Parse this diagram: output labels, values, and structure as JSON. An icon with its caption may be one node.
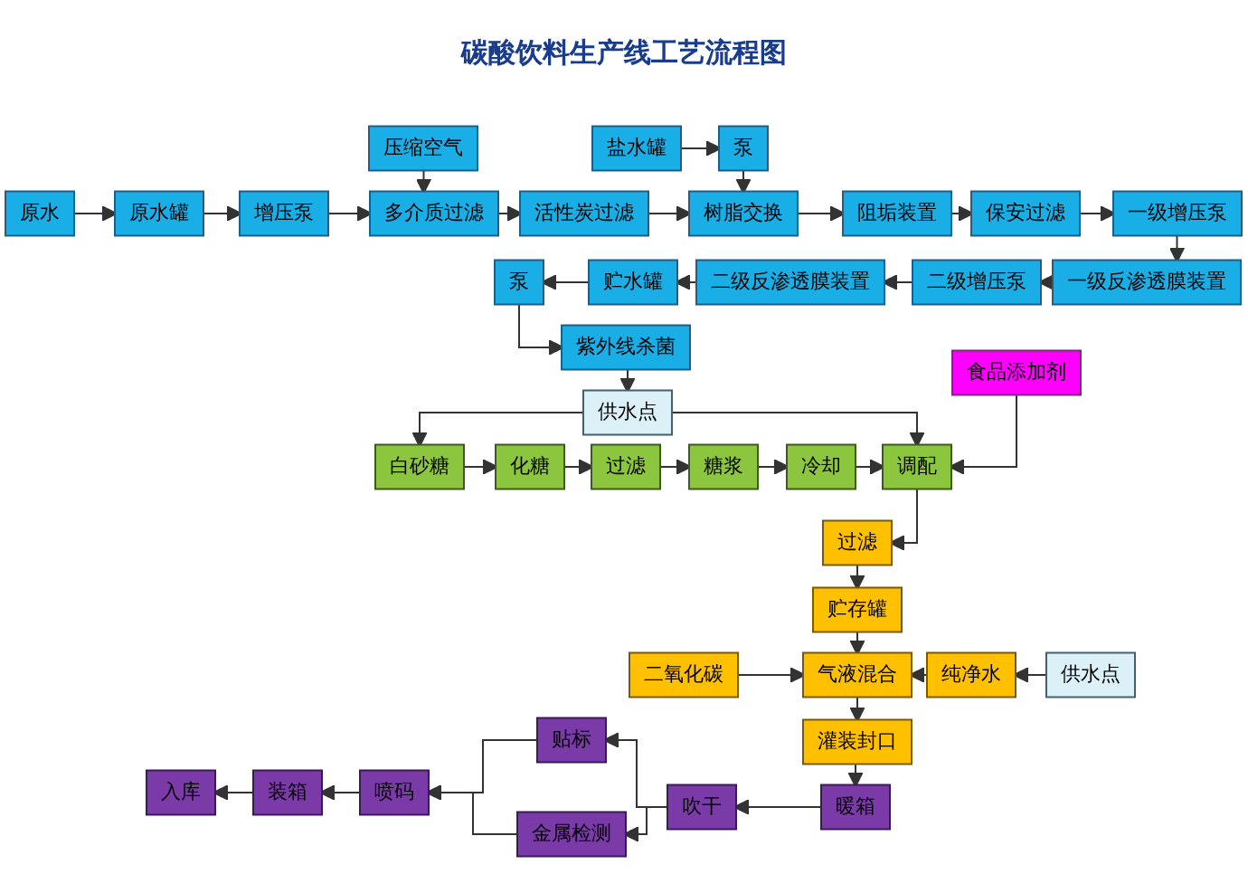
{
  "diagram": {
    "title": "碳酸饮料生产线工艺流程图",
    "nodes": [
      {
        "text": [
          "原水"
        ]
      },
      {
        "text": [
          "原水罐"
        ]
      },
      {
        "text": [
          "增压泵"
        ]
      },
      {
        "text": [
          "多介质过滤"
        ]
      },
      {
        "text": [
          "压缩空气"
        ]
      },
      {
        "text": [
          "活性炭过滤"
        ]
      },
      {
        "text": [
          "盐水罐"
        ]
      },
      {
        "text": [
          "泵"
        ]
      },
      {
        "text": [
          "树脂交换"
        ]
      },
      {
        "text": [
          "阻垢装置"
        ]
      },
      {
        "text": [
          "保安过滤"
        ]
      },
      {
        "text": [
          "一级增压泵"
        ]
      },
      {
        "text": [
          "一级反渗透膜装置"
        ]
      },
      {
        "text": [
          "二级增压泵"
        ]
      },
      {
        "text": [
          "二级反渗透膜装置"
        ]
      },
      {
        "text": [
          "贮水罐"
        ]
      },
      {
        "text": [
          "泵"
        ]
      },
      {
        "text": [
          "紫外线杀菌"
        ]
      },
      {
        "text": [
          "供水点"
        ]
      },
      {
        "text": [
          "食品添加剂"
        ]
      },
      {
        "text": [
          "白砂糖"
        ]
      },
      {
        "text": [
          "化糖"
        ]
      },
      {
        "text": [
          "过滤"
        ]
      },
      {
        "text": [
          "糖浆"
        ]
      },
      {
        "text": [
          "冷却"
        ]
      },
      {
        "text": [
          "调配"
        ]
      },
      {
        "text": [
          "过滤"
        ]
      },
      {
        "text": [
          "贮存罐"
        ]
      },
      {
        "text": [
          "二氧化碳"
        ]
      },
      {
        "text": [
          "气液混合"
        ]
      },
      {
        "text": [
          "纯净水"
        ]
      },
      {
        "text": [
          "供水点"
        ]
      },
      {
        "text": [
          "灌装封口"
        ]
      },
      {
        "text": [
          "暖箱"
        ]
      },
      {
        "text": [
          "吹干"
        ]
      },
      {
        "text": [
          "贴标"
        ]
      },
      {
        "text": [
          "金属检测"
        ]
      },
      {
        "text": [
          "喷码"
        ]
      },
      {
        "text": [
          "装箱"
        ]
      },
      {
        "text": [
          "入库"
        ]
      }
    ],
    "edges": [
      {
        "from": 0,
        "to": 1,
        "arrow": "to"
      },
      {
        "from": 1,
        "to": 2,
        "arrow": "to"
      },
      {
        "from": 2,
        "to": 3,
        "arrow": "to"
      },
      {
        "from": 4,
        "to": 3,
        "arrow": "to"
      },
      {
        "from": 3,
        "to": 5,
        "arrow": "to"
      },
      {
        "from": 5,
        "to": 8,
        "arrow": "to"
      },
      {
        "from": 6,
        "to": 7,
        "arrow": "to"
      },
      {
        "from": 7,
        "to": 8,
        "arrow": "to"
      },
      {
        "from": 8,
        "to": 9,
        "arrow": "to"
      },
      {
        "from": 9,
        "to": 10,
        "arrow": "to"
      },
      {
        "from": 10,
        "to": 11,
        "arrow": "to"
      },
      {
        "from": 11,
        "to": 12,
        "arrow": "to"
      },
      {
        "from": 12,
        "to": 13,
        "arrow": "to"
      },
      {
        "from": 13,
        "to": 14,
        "arrow": "to"
      },
      {
        "from": 14,
        "to": 15,
        "arrow": "to"
      },
      {
        "from": 15,
        "to": 16,
        "arrow": "to"
      },
      {
        "from": 16,
        "to": 17,
        "arrow": "to"
      },
      {
        "from": 17,
        "to": 18,
        "arrow": "to"
      },
      {
        "from": 18,
        "to": 20,
        "arrow": "to"
      },
      {
        "from": 18,
        "to": 25,
        "arrow": "to"
      },
      {
        "from": 20,
        "to": 21,
        "arrow": "to"
      },
      {
        "from": 21,
        "to": 22,
        "arrow": "to"
      },
      {
        "from": 22,
        "to": 23,
        "arrow": "to"
      },
      {
        "from": 23,
        "to": 24,
        "arrow": "to"
      },
      {
        "from": 24,
        "to": 25,
        "arrow": "to"
      },
      {
        "from": 19,
        "to": 25,
        "arrow": "to"
      },
      {
        "from": 25,
        "to": 26,
        "arrow": "to"
      },
      {
        "from": 26,
        "to": 27,
        "arrow": "to"
      },
      {
        "from": 27,
        "to": 29,
        "arrow": "to"
      },
      {
        "from": 28,
        "to": 29,
        "arrow": "to"
      },
      {
        "from": 30,
        "to": 29,
        "arrow": "to"
      },
      {
        "from": 31,
        "to": 30,
        "arrow": "to"
      },
      {
        "from": 29,
        "to": 32,
        "arrow": "to"
      },
      {
        "from": 32,
        "to": 33,
        "arrow": "to"
      },
      {
        "from": 33,
        "to": 34,
        "arrow": "to"
      },
      {
        "from": 34,
        "to": 35,
        "arrow": "to"
      },
      {
        "from": 34,
        "to": 36,
        "arrow": "to"
      },
      {
        "from": 35,
        "to": 37,
        "arrow": "to"
      },
      {
        "from": 36,
        "to": 37,
        "arrow": "to"
      },
      {
        "from": 37,
        "to": 38,
        "arrow": "to"
      },
      {
        "from": 38,
        "to": 39,
        "arrow": "to"
      }
    ]
  }
}
